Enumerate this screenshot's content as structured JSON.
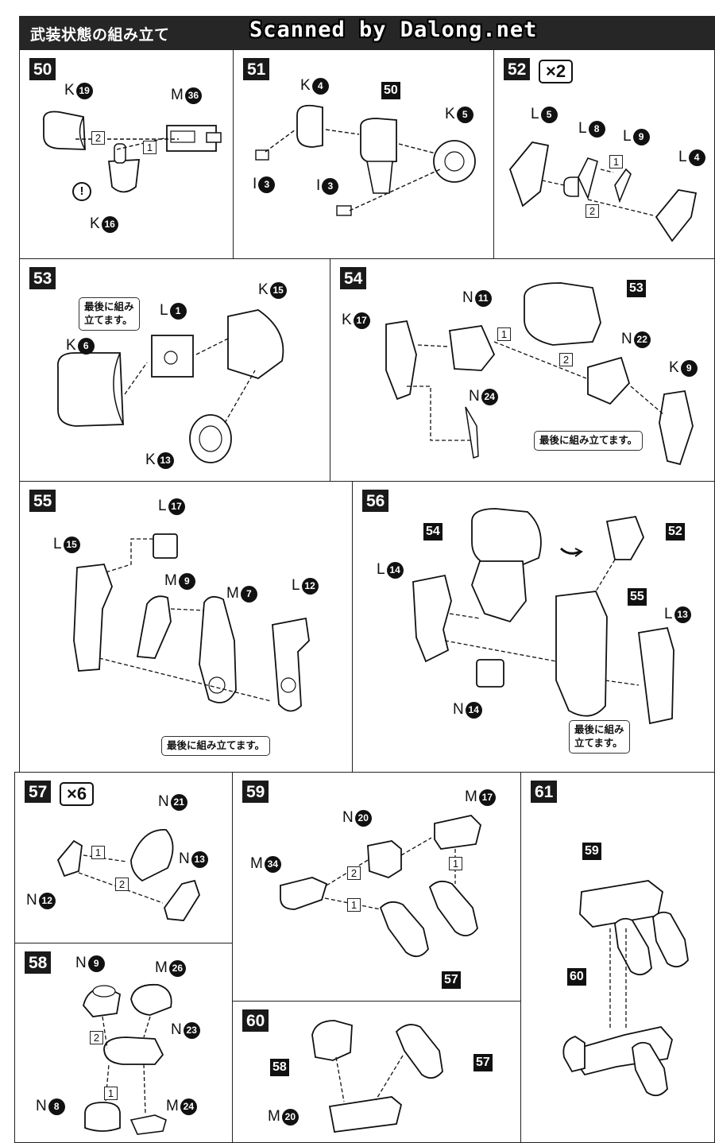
{
  "header": {
    "title": "武装状態の組み立て",
    "watermark": "Scanned by Dalong.net"
  },
  "steps": {
    "s50": {
      "number": "50",
      "labels": [
        "K",
        "19",
        "M",
        "36",
        "K",
        "16"
      ],
      "order": [
        "1",
        "2"
      ]
    },
    "s51": {
      "number": "51",
      "labels": [
        "K",
        "4",
        "K",
        "5",
        "I",
        "3",
        "I",
        "3"
      ],
      "ref": "50"
    },
    "s52": {
      "number": "52",
      "mult": "×2",
      "labels": [
        "L",
        "5",
        "L",
        "8",
        "L",
        "9",
        "L",
        "4"
      ],
      "order": [
        "1",
        "2"
      ]
    },
    "s53": {
      "number": "53",
      "labels": [
        "L",
        "1",
        "K",
        "15",
        "K",
        "6",
        "K",
        "13"
      ],
      "note": "最後に組み\n立てます。"
    },
    "s54": {
      "number": "54",
      "labels": [
        "N",
        "11",
        "K",
        "17",
        "N",
        "24",
        "N",
        "22",
        "K",
        "9"
      ],
      "ref": "53",
      "order": [
        "1",
        "2"
      ],
      "note": "最後に組み立てます。"
    },
    "s55": {
      "number": "55",
      "labels": [
        "L",
        "17",
        "L",
        "15",
        "M",
        "9",
        "M",
        "7",
        "L",
        "12"
      ],
      "note": "最後に組み立てます。"
    },
    "s56": {
      "number": "56",
      "labels": [
        "L",
        "14",
        "N",
        "14",
        "L",
        "13"
      ],
      "refs": [
        "54",
        "52",
        "55"
      ],
      "note": "最後に組み\n立てます。"
    },
    "s57": {
      "number": "57",
      "mult": "×6",
      "labels": [
        "N",
        "21",
        "N",
        "13",
        "N",
        "12"
      ],
      "order": [
        "1",
        "2"
      ]
    },
    "s58": {
      "number": "58",
      "labels": [
        "N",
        "9",
        "M",
        "26",
        "N",
        "23",
        "N",
        "8",
        "M",
        "24"
      ],
      "order": [
        "2",
        "1"
      ]
    },
    "s59": {
      "number": "59",
      "labels": [
        "M",
        "17",
        "N",
        "20",
        "M",
        "34"
      ],
      "ref": "57",
      "order": [
        "2",
        "1",
        "1"
      ]
    },
    "s60": {
      "number": "60",
      "labels": [
        "M",
        "20"
      ],
      "refs": [
        "58",
        "57"
      ]
    },
    "s61": {
      "number": "61",
      "refs": [
        "59",
        "60"
      ]
    }
  }
}
